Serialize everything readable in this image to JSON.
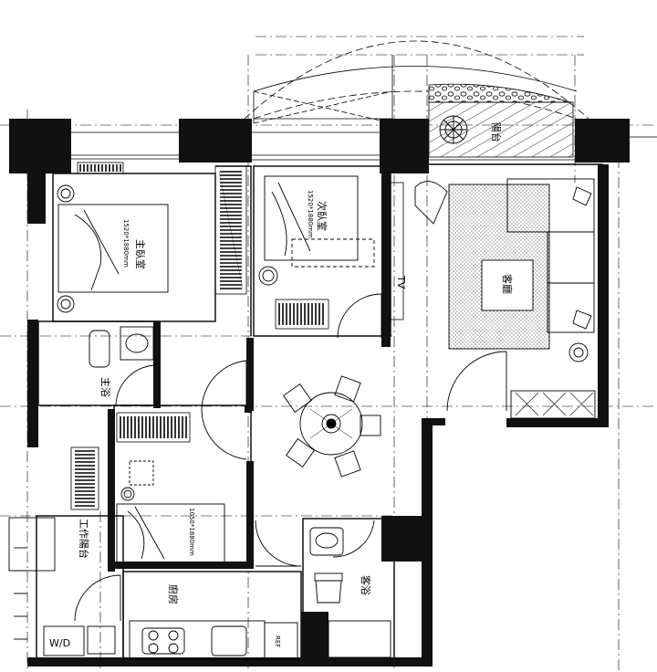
{
  "rooms": {
    "master_bedroom": "主臥室",
    "second_bedroom": "次臥室",
    "balcony": "陽台",
    "living_room": "客廳",
    "master_bath": "主浴",
    "guest_bath": "客浴",
    "kitchen": "廚房",
    "utility_balcony": "工作陽台"
  },
  "beds": {
    "master": "1520*1880mm",
    "second": "1520*1880mm",
    "third": "1050*1880mm"
  },
  "fixtures": {
    "tv": "TV",
    "washer_dryer": "W/D",
    "fridge": "REF"
  },
  "colors": {
    "wall": "#111111",
    "line": "#000000",
    "background": "#ffffff"
  }
}
